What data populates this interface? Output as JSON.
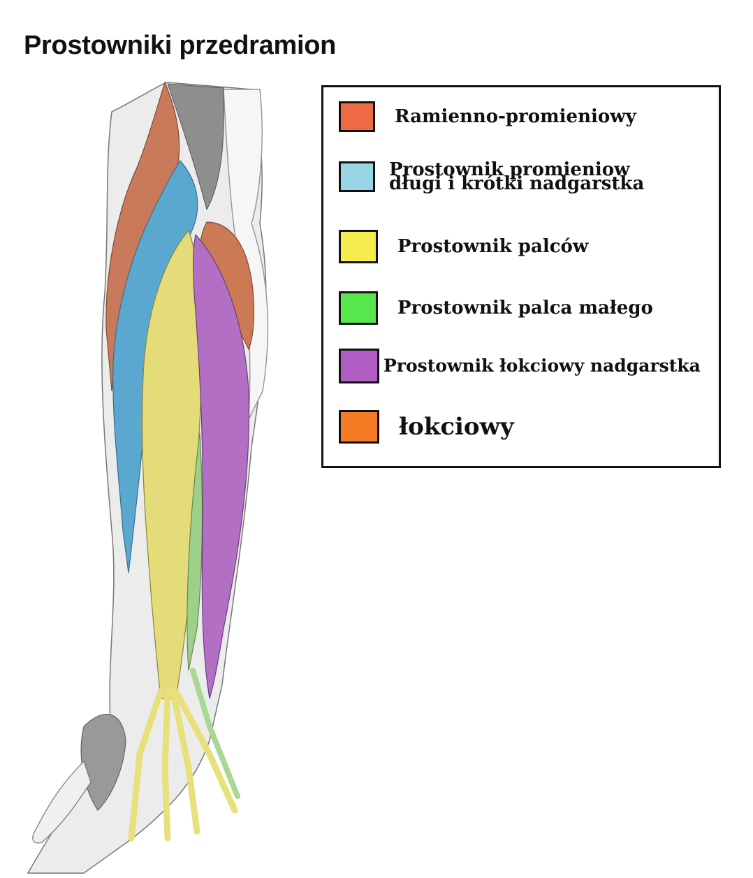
{
  "title": "Prostowniki przedramion",
  "legend": {
    "items": [
      {
        "label": "Ramienno-promieniowy",
        "color": "#f06a45"
      },
      {
        "label_line1": "Prostownik promieniow",
        "label_line2": "długi i krótki nadgarstka",
        "color": "#98d6e6"
      },
      {
        "label": "Prostownik palców",
        "color": "#f7ec4e"
      },
      {
        "label": "Prostownik palca małego",
        "color": "#58e64d"
      },
      {
        "label": "Prostownik łokciowy nadgarstka",
        "color": "#b05ec4"
      },
      {
        "label": "łokciowy",
        "color": "#f57b25"
      }
    ]
  },
  "muscle_colors": {
    "brachioradialis": "#c97a5a",
    "extensor_carpi_radialis": "#5aa8cf",
    "extensor_digitorum": "#e3dc79",
    "extensor_digiti_minimi": "#9ed08a",
    "extensor_carpi_ulnaris": "#b36fc4",
    "anconeus": "#cc7a55",
    "bone_tendon": "#e8e8e8"
  }
}
